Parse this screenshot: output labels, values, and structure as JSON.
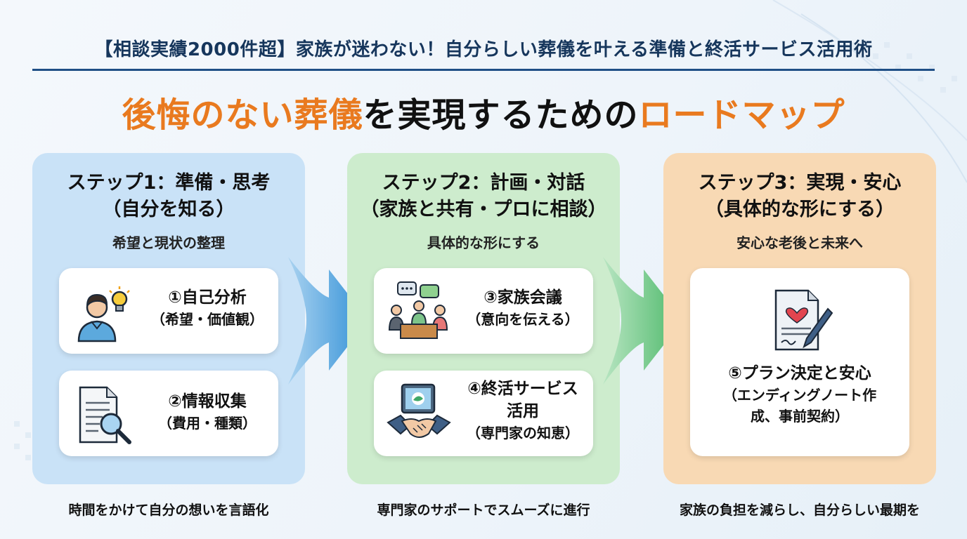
{
  "header": {
    "title": "【相談実績2000件超】家族が迷わない！自分らしい葬儀を叶える準備と終活サービス活用術"
  },
  "main_title": {
    "part1": "後悔のない葬儀",
    "part2": "を実現するための",
    "part3": "ロードマップ"
  },
  "colors": {
    "accent_orange": "#e97a1f",
    "header_navy": "#16365c",
    "panel_blue": "#c9e2f7",
    "panel_green": "#cdeccd",
    "panel_orange": "#f8d9b4",
    "arrow_blue": "#2f8fd6",
    "arrow_green": "#4cb869"
  },
  "steps": [
    {
      "title_line1": "ステップ1：準備・思考",
      "title_line2": "（自分を知る）",
      "subtitle": "希望と現状の整理",
      "cards": [
        {
          "label": "①自己分析",
          "sub": "（希望・価値観）",
          "icon": "person-idea-icon"
        },
        {
          "label": "②情報収集",
          "sub": "（費用・種類）",
          "icon": "document-magnifier-icon"
        }
      ],
      "footer": "時間をかけて自分の想いを言語化"
    },
    {
      "title_line1": "ステップ2：計画・対話",
      "title_line2": "（家族と共有・プロに相談）",
      "subtitle": "具体的な形にする",
      "cards": [
        {
          "label": "③家族会議",
          "sub": "（意向を伝える）",
          "icon": "family-meeting-icon"
        },
        {
          "label_line1": "④終活サービス",
          "label_line2": "活用",
          "sub": "（専門家の知恵）",
          "icon": "handshake-icon"
        }
      ],
      "footer": "専門家のサポートでスムーズに進行"
    },
    {
      "title_line1": "ステップ3：実現・安心",
      "title_line2": "（具体的な形にする）",
      "subtitle": "安心な老後と未来へ",
      "cards": [
        {
          "label": "⑤プラン決定と安心",
          "sub_line1": "（エンディングノート作",
          "sub_line2": "成、事前契約）",
          "icon": "contract-pen-icon"
        }
      ],
      "footer": "家族の負担を減らし、自分らしい最期を"
    }
  ]
}
